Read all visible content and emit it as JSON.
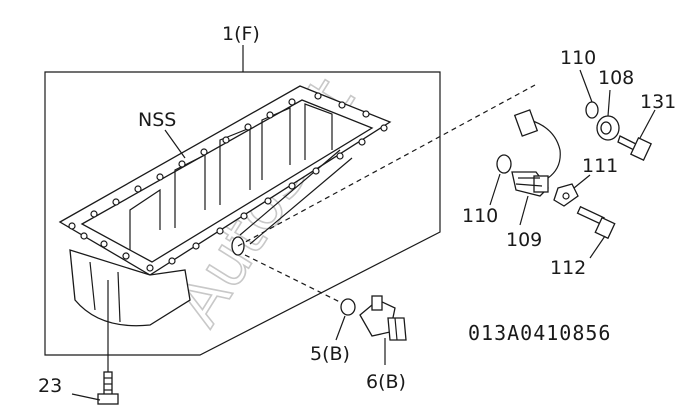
{
  "diagram": {
    "parts": {
      "oil_pan": "1(F)",
      "nss": "NSS",
      "bolt_pan": "23",
      "gasket_drain": "5(B)",
      "drain_cock": "6(B)",
      "oring_upper": "110",
      "oring_lower": "110",
      "plug": "108",
      "bolt_plug": "131",
      "sensor": "109",
      "clip": "111",
      "bolt_clip": "112"
    },
    "diagram_code": "013A0410856",
    "watermark": "AutoSoft"
  }
}
